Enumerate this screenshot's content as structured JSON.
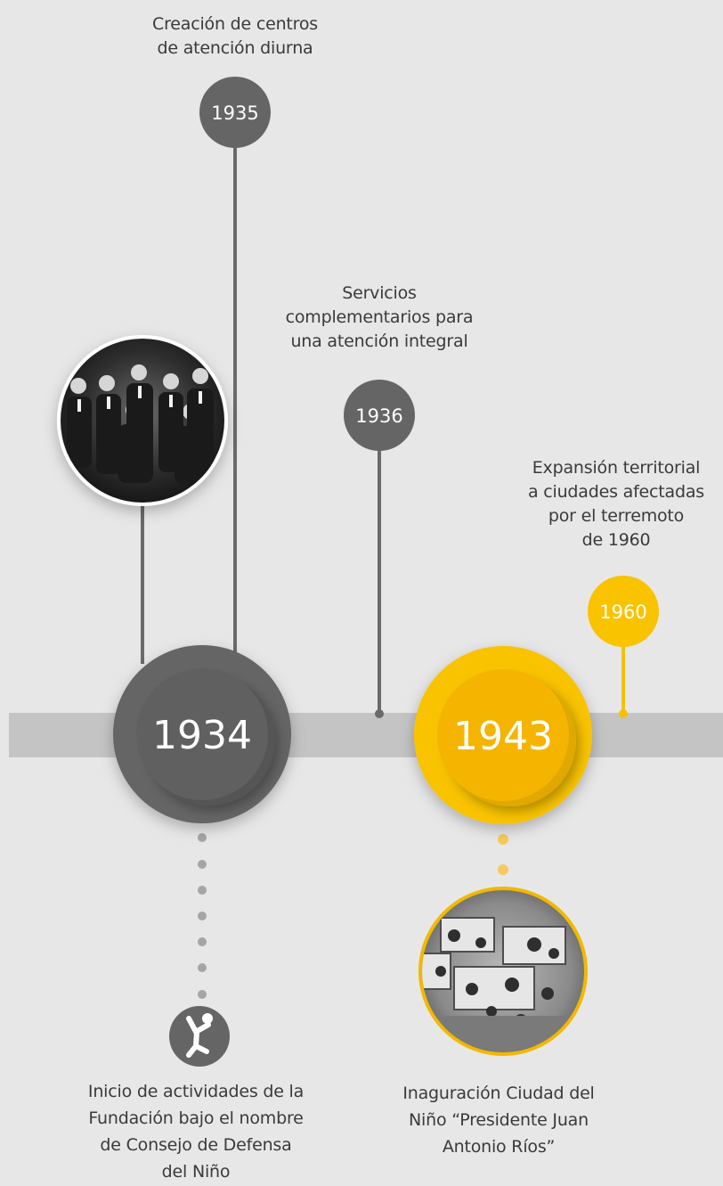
{
  "colors": {
    "background": "#e8e7e8",
    "band": "#c4c4c4",
    "grey_node": "#656565",
    "grey_node_dark": "#575757",
    "yellow_node": "#f9c300",
    "yellow_node_dark": "#f2b000",
    "text": "#3a3a3a",
    "year_text": "#ffffff"
  },
  "events": {
    "e1934": {
      "year": "1934",
      "description": "Inicio de actividades de la\nFundación bajo el nombre\nde Consejo de Defensa\ndel Niño",
      "icon": "child-jumping-icon",
      "photo": "group-portrait-photo"
    },
    "e1935": {
      "year": "1935",
      "description": "Creación de centros\nde atención diurna"
    },
    "e1936": {
      "year": "1936",
      "description": "Servicios\ncomplementarios para\nuna atención integral"
    },
    "e1943": {
      "year": "1943",
      "description": "Inaguración Ciudad del\nNiño “Presidente Juan\nAntonio Ríos”",
      "photo": "aerial-city-photo"
    },
    "e1960": {
      "year": "1960",
      "description": "Expansión territorial\na ciudades afectadas\npor el terremoto\nde 1960"
    }
  }
}
